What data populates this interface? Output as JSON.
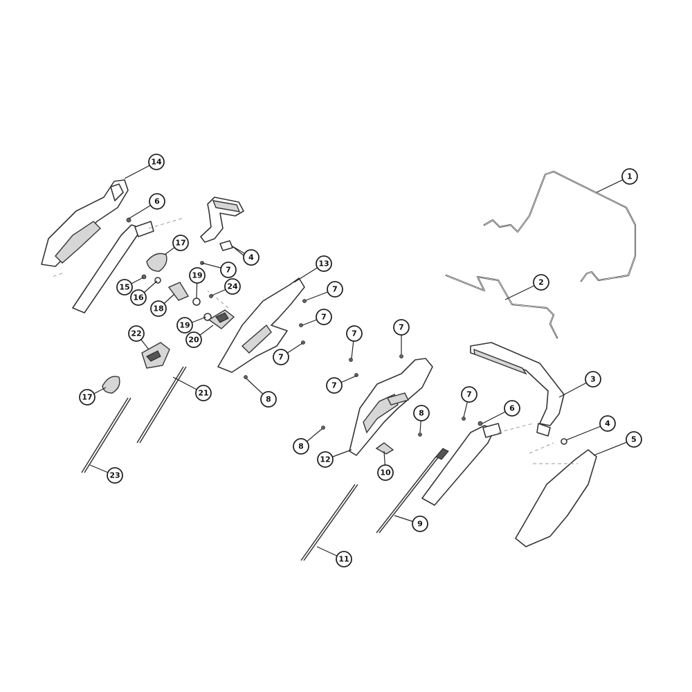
{
  "callouts": {
    "c1": "1",
    "c2": "2",
    "c3": "3",
    "c4a": "4",
    "c4b": "4",
    "c5": "5",
    "c6a": "6",
    "c6b": "6",
    "c7a": "7",
    "c7b": "7",
    "c7c": "7",
    "c7d": "7",
    "c7e": "7",
    "c7f": "7",
    "c7g": "7",
    "c7h": "7",
    "c8a": "8",
    "c8b": "8",
    "c8c": "8",
    "c9": "9",
    "c10": "10",
    "c11": "11",
    "c12": "12",
    "c13": "13",
    "c14": "14",
    "c15": "15",
    "c16": "16",
    "c17a": "17",
    "c17b": "17",
    "c18": "18",
    "c19a": "19",
    "c19b": "19",
    "c20": "20",
    "c21": "21",
    "c22": "22",
    "c23": "23",
    "c24": "24"
  }
}
